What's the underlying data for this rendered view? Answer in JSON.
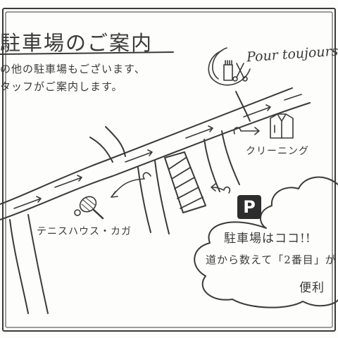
{
  "title": "駐車場のご案内",
  "intro": {
    "line1": "の他の駐車場もございます、",
    "line2": "タッフがご案内します。"
  },
  "brand": "Pour toujours",
  "places": {
    "cleaning": "クリーニング",
    "tennis": "テニスハウス・カガ"
  },
  "parking": {
    "badge": "P",
    "note_line1": "駐車場はココ!!",
    "note_line2": "道から数えて「2番目」が",
    "note_line3": "便利"
  },
  "colors": {
    "ink": "#3a3a3a",
    "badge_bg": "#2d2d2d",
    "background": "#fdfdfb"
  },
  "icons": [
    "scissors-comb-icon",
    "shirt-icon",
    "tennis-racket-icon",
    "arrow-icon"
  ]
}
